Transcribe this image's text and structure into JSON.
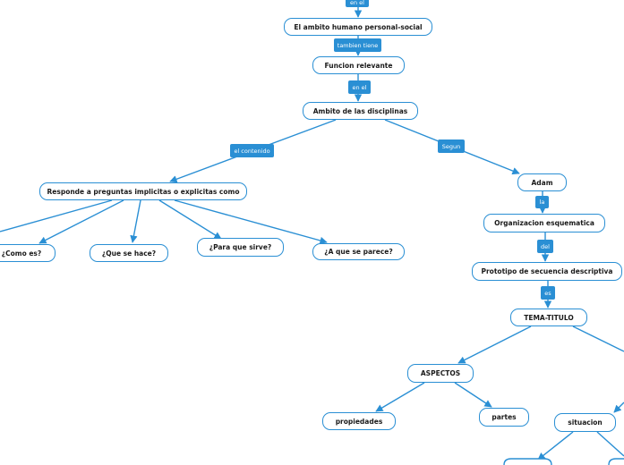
{
  "nodes": {
    "ambito_humano": "El ambito humano personal-social",
    "funcion": "Funcion relevante",
    "ambito_disc": "Ambito de las disciplinas",
    "responde": "Responde a preguntas implicitas o explicitas como",
    "como_es": "¿Como es?",
    "que_hace": "¿Que se hace?",
    "para_que": "¿Para que sirve?",
    "a_que": "¿A que se parece?",
    "adam": "Adam",
    "organizacion": "Organizacion esquematica",
    "prototipo": "Prototipo de secuencia descriptiva",
    "tema": "TEMA-TITULO",
    "aspectos": "ASPECTOS",
    "propiedades": "propiedades",
    "partes": "partes",
    "situacion": "situacion"
  },
  "links": {
    "en_el_top": "en el",
    "tambien_tiene": "tambien tiene",
    "en_el": "en el",
    "el_contenido": "el contenido",
    "segun": "Segun",
    "la": "la",
    "del": "del",
    "es": "es"
  },
  "colors": {
    "accent": "#2a8fd4",
    "text": "#1a1a1a",
    "background": "#ffffff"
  }
}
